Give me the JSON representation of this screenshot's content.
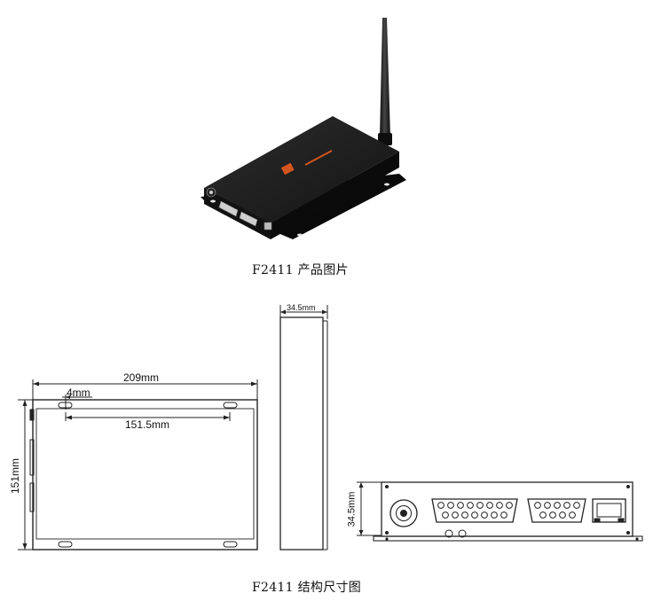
{
  "product_photo": {
    "caption": "F2411 产品图片"
  },
  "drawing": {
    "caption": "F2411 结构尺寸图",
    "dims": {
      "length": "209mm",
      "hole_offset": "4mm",
      "hole_spacing": "151.5mm",
      "width": "151mm",
      "height_side": "34.5mm",
      "height_front": "34.5mm"
    }
  },
  "colors": {
    "line": "#222222",
    "device_body": "#1e1e1e",
    "logo_accent": "#d2541e"
  }
}
